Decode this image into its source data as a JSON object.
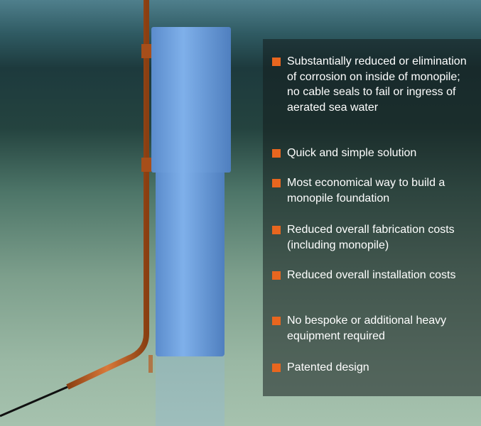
{
  "colors": {
    "bullet": "#e8661f",
    "pile": "#6fa0d8",
    "pipe": "#b85a20"
  },
  "benefits": [
    "Substantially reduced or elimination of corrosion on inside of monopile; no cable seals to fail or ingress of aerated sea water",
    "Quick and simple solution",
    "Most economical way to build a monopile foundation",
    "Reduced overall fabrication costs (including monopile)",
    "Reduced overall installation costs",
    "No bespoke or additional heavy equipment required",
    "Patented design"
  ]
}
